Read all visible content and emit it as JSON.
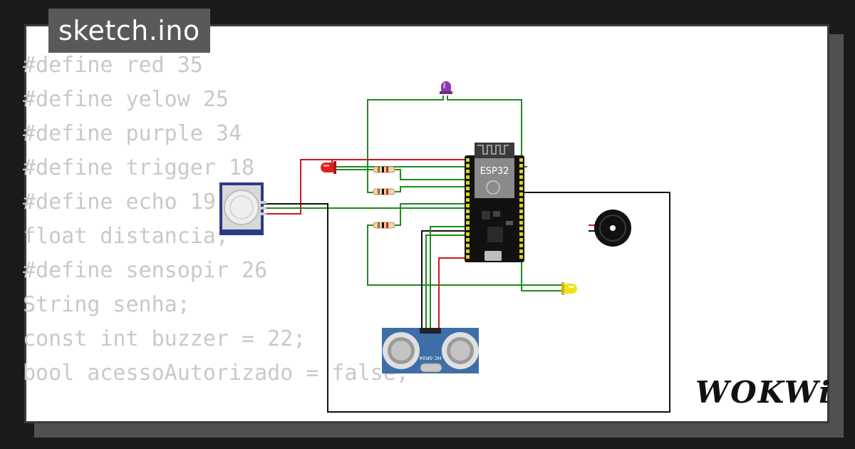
{
  "file": {
    "name": "sketch.ino"
  },
  "code": {
    "lines": [
      "#define red 35",
      "#define yelow 25",
      "#define purple 34",
      "#define trigger 18",
      "#define echo 19",
      "float distancia;",
      "#define sensopir 26",
      "String senha;",
      "const int buzzer = 22;",
      "bool acessoAutorizado = false;"
    ]
  },
  "board": {
    "label": "ESP32"
  },
  "sensor": {
    "label": "HC-SR04"
  },
  "brand": {
    "logo": "WOKWi"
  },
  "colors": {
    "wire_green": "#1e8a1e",
    "wire_red": "#d01818",
    "wire_black": "#111111",
    "led_red": "#e02020",
    "led_purple": "#8e3aa8",
    "led_yellow": "#f0e020",
    "board": "#111111",
    "sensor_board": "#3e6ea8"
  }
}
